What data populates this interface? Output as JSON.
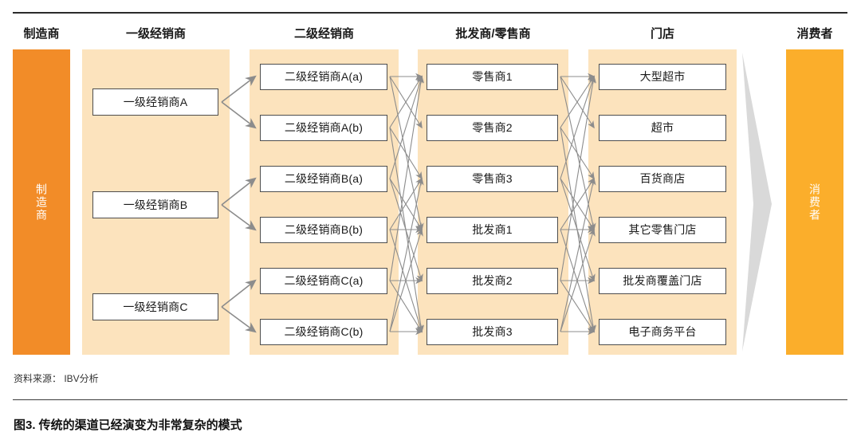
{
  "figure": {
    "caption": "图3. 传统的渠道已经演变为非常复杂的模式",
    "source_note": "资料来源： IBV分析"
  },
  "colors": {
    "manufacturer_bar": "#F28C28",
    "consumer_bar": "#FBAE2B",
    "panel_background": "#FCE3BD",
    "node_border": "#4D4D4D",
    "arrow": "#8C8C8C",
    "funnel": "#D9D9D9",
    "rule": "#2B2B2B"
  },
  "columns": [
    {
      "id": "manufacturer",
      "header": "制造商",
      "vertical_label": "制造商",
      "type": "bar"
    },
    {
      "id": "primary_distributor",
      "header": "一级经销商",
      "type": "panel"
    },
    {
      "id": "secondary_distributor",
      "header": "二级经销商",
      "type": "panel"
    },
    {
      "id": "wholesaler_retailer",
      "header": "批发商/零售商",
      "type": "panel"
    },
    {
      "id": "store",
      "header": "门店",
      "type": "panel"
    },
    {
      "id": "consumer",
      "header": "消费者",
      "vertical_label": "消费者",
      "type": "bar"
    }
  ],
  "nodes": {
    "primary_distributor": [
      {
        "label": "一级经销商A"
      },
      {
        "label": "一级经销商B"
      },
      {
        "label": "一级经销商C"
      }
    ],
    "secondary_distributor": [
      {
        "label": "二级经销商A(a)"
      },
      {
        "label": "二级经销商A(b)"
      },
      {
        "label": "二级经销商B(a)"
      },
      {
        "label": "二级经销商B(b)"
      },
      {
        "label": "二级经销商C(a)"
      },
      {
        "label": "二级经销商C(b)"
      }
    ],
    "wholesaler_retailer": [
      {
        "label": "零售商1"
      },
      {
        "label": "零售商2"
      },
      {
        "label": "零售商3"
      },
      {
        "label": "批发商1"
      },
      {
        "label": "批发商2"
      },
      {
        "label": "批发商3"
      }
    ],
    "store": [
      {
        "label": "大型超市"
      },
      {
        "label": "超市"
      },
      {
        "label": "百货商店"
      },
      {
        "label": "其它零售门店"
      },
      {
        "label": "批发商覆盖门店"
      },
      {
        "label": "电子商务平台"
      }
    ]
  },
  "flows": {
    "primary_to_secondary": [
      {
        "from": 0,
        "to": 0
      },
      {
        "from": 0,
        "to": 1
      },
      {
        "from": 1,
        "to": 2
      },
      {
        "from": 1,
        "to": 3
      },
      {
        "from": 2,
        "to": 4
      },
      {
        "from": 2,
        "to": 5
      }
    ],
    "secondary_to_wholesaler": [
      {
        "from": 0,
        "to": 0
      },
      {
        "from": 0,
        "to": 1
      },
      {
        "from": 0,
        "to": 3
      },
      {
        "from": 1,
        "to": 0
      },
      {
        "from": 1,
        "to": 2
      },
      {
        "from": 1,
        "to": 5
      },
      {
        "from": 2,
        "to": 0
      },
      {
        "from": 2,
        "to": 3
      },
      {
        "from": 2,
        "to": 4
      },
      {
        "from": 3,
        "to": 2
      },
      {
        "from": 3,
        "to": 3
      },
      {
        "from": 3,
        "to": 5
      },
      {
        "from": 4,
        "to": 0
      },
      {
        "from": 4,
        "to": 4
      },
      {
        "from": 4,
        "to": 5
      },
      {
        "from": 5,
        "to": 2
      },
      {
        "from": 5,
        "to": 3
      },
      {
        "from": 5,
        "to": 5
      }
    ],
    "wholesaler_to_store": [
      {
        "from": 0,
        "to": 0
      },
      {
        "from": 0,
        "to": 1
      },
      {
        "from": 0,
        "to": 3
      },
      {
        "from": 1,
        "to": 0
      },
      {
        "from": 1,
        "to": 2
      },
      {
        "from": 1,
        "to": 5
      },
      {
        "from": 2,
        "to": 0
      },
      {
        "from": 2,
        "to": 3
      },
      {
        "from": 2,
        "to": 4
      },
      {
        "from": 3,
        "to": 2
      },
      {
        "from": 3,
        "to": 3
      },
      {
        "from": 3,
        "to": 5
      },
      {
        "from": 4,
        "to": 0
      },
      {
        "from": 4,
        "to": 4
      },
      {
        "from": 4,
        "to": 5
      },
      {
        "from": 5,
        "to": 2
      },
      {
        "from": 5,
        "to": 3
      },
      {
        "from": 5,
        "to": 5
      }
    ]
  }
}
